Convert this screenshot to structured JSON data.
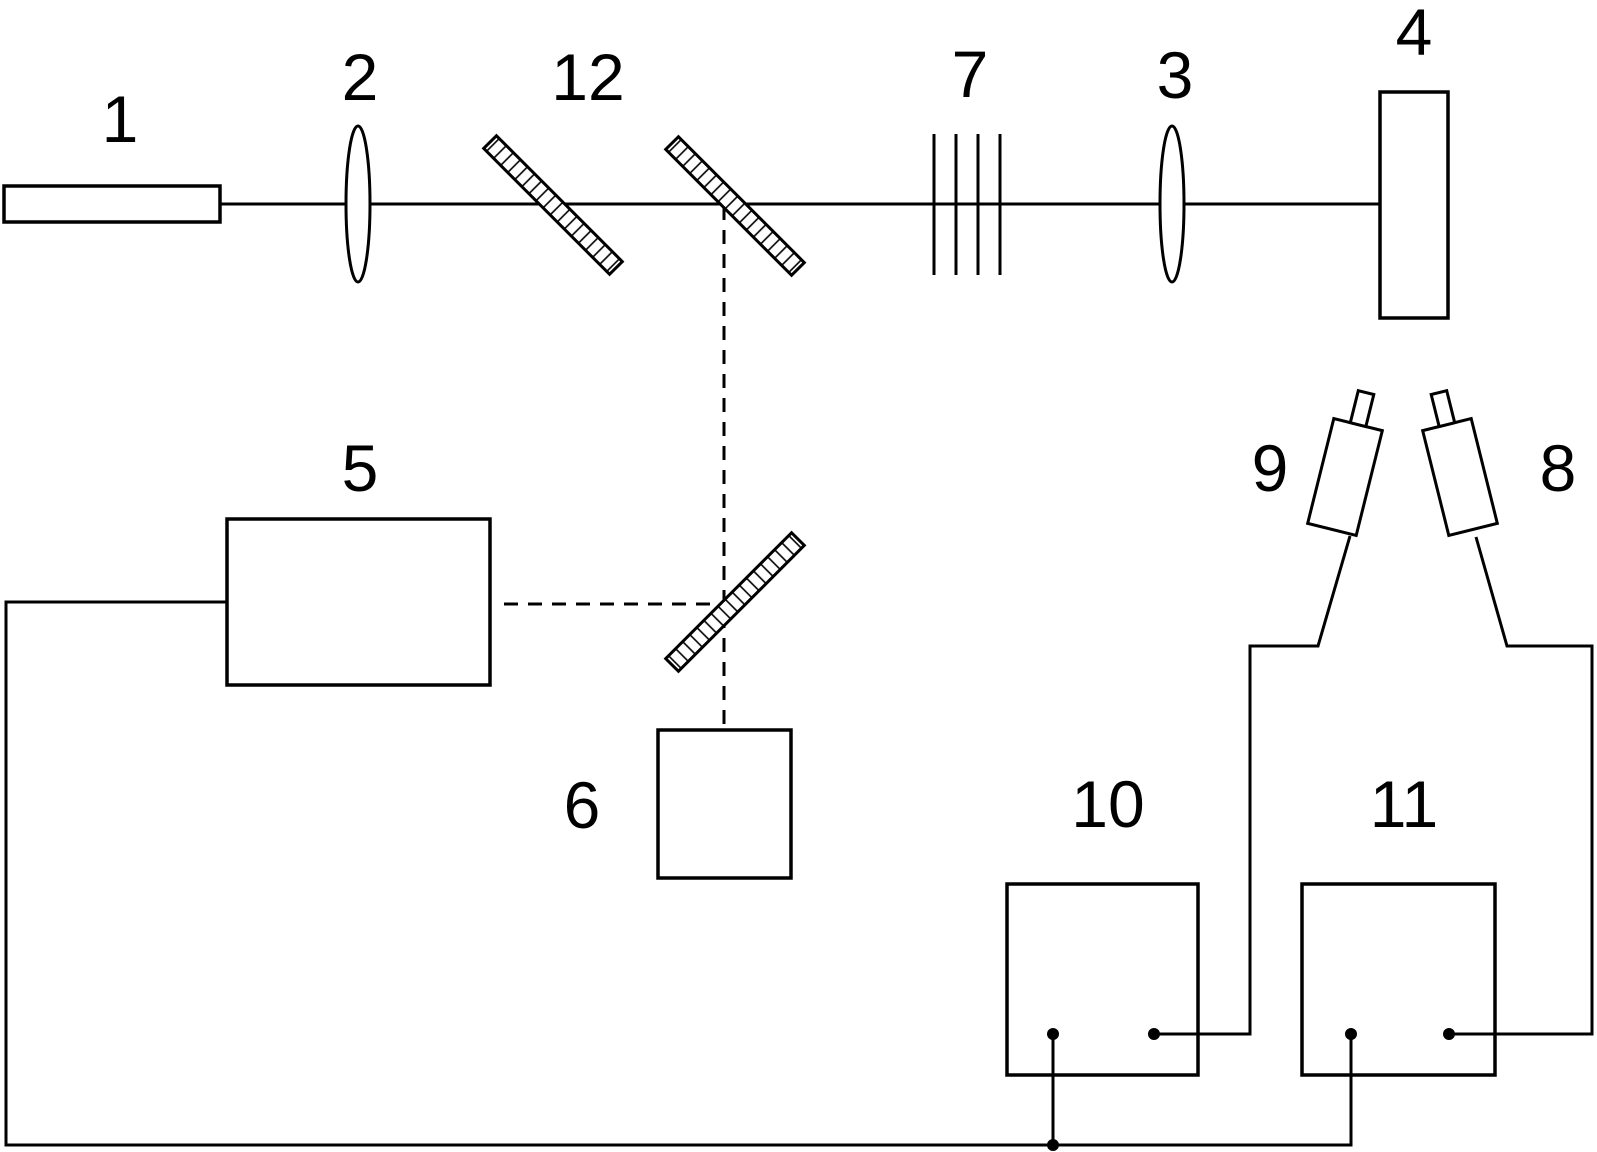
{
  "labels": {
    "laser": "1",
    "lens_1": "2",
    "lens_2": "3",
    "target": "4",
    "analyzer": "5",
    "detector": "6",
    "grating_stack": "7",
    "sensor_8": "8",
    "sensor_9": "9",
    "unit_10": "10",
    "unit_11": "11",
    "mirror_12": "12"
  }
}
